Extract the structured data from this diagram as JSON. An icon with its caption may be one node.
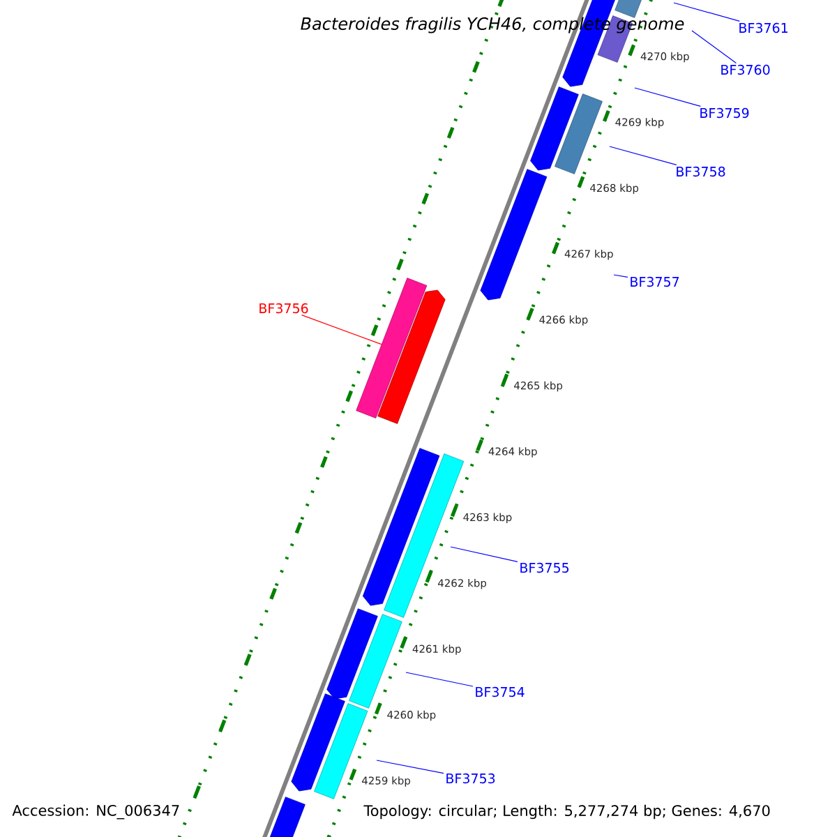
{
  "diagram": {
    "title": "Bacteroides fragilis YCH46, complete genome",
    "nodes": [
      {
        "text": [
          "BF3761"
        ]
      },
      {
        "text": [
          "BF3760"
        ]
      },
      {
        "text": [
          "BF3759"
        ]
      },
      {
        "text": [
          "BF3758"
        ]
      },
      {
        "text": [
          "BF3757"
        ]
      },
      {
        "text": [
          "BF3756"
        ]
      },
      {
        "text": [
          "BF3755"
        ]
      },
      {
        "text": [
          "BF3754"
        ]
      },
      {
        "text": [
          "BF3753"
        ]
      },
      {
        "text": [],
        "shape": "bar"
      },
      {
        "text": [],
        "shape": "arrow"
      },
      {
        "text": [],
        "shape": "bar"
      },
      {
        "text": [],
        "shape": "arrow"
      },
      {
        "text": [],
        "shape": "bar"
      },
      {
        "text": [],
        "shape": "arrow"
      },
      {
        "text": [],
        "shape": "bar"
      },
      {
        "text": [],
        "shape": "arrow"
      },
      {
        "text": [],
        "shape": "arrow"
      },
      {
        "text": [],
        "shape": "bar"
      },
      {
        "text": [],
        "shape": "arrow"
      },
      {
        "text": [],
        "shape": "bar"
      },
      {
        "text": [],
        "shape": "arrow"
      },
      {
        "text": [],
        "shape": "bar"
      },
      {
        "text": [],
        "shape": "arrow"
      }
    ],
    "edges": [
      {
        "from": 0,
        "to": null,
        "arrow": "none"
      },
      {
        "from": 1,
        "to": null,
        "arrow": "none"
      },
      {
        "from": 2,
        "to": null,
        "arrow": "none"
      },
      {
        "from": 3,
        "to": null,
        "arrow": "none"
      },
      {
        "from": 4,
        "to": null,
        "arrow": "none"
      },
      {
        "from": 5,
        "to": 15,
        "arrow": "none",
        "color": "#ff0000"
      },
      {
        "from": 6,
        "to": null,
        "arrow": "none"
      },
      {
        "from": 7,
        "to": null,
        "arrow": "none"
      },
      {
        "from": 8,
        "to": null,
        "arrow": "none"
      }
    ],
    "labels": [
      "4270 kbp",
      "4269 kbp",
      "4268 kbp",
      "4267 kbp",
      "4266 kbp",
      "4265 kbp",
      "4264 kbp",
      "4263 kbp",
      "4262 kbp",
      "4261 kbp",
      "4260 kbp",
      "4259 kbp",
      "Accession: NC_006347",
      "Topology: circular; Length: 5,277,274 bp; Genes: 4,670"
    ]
  }
}
